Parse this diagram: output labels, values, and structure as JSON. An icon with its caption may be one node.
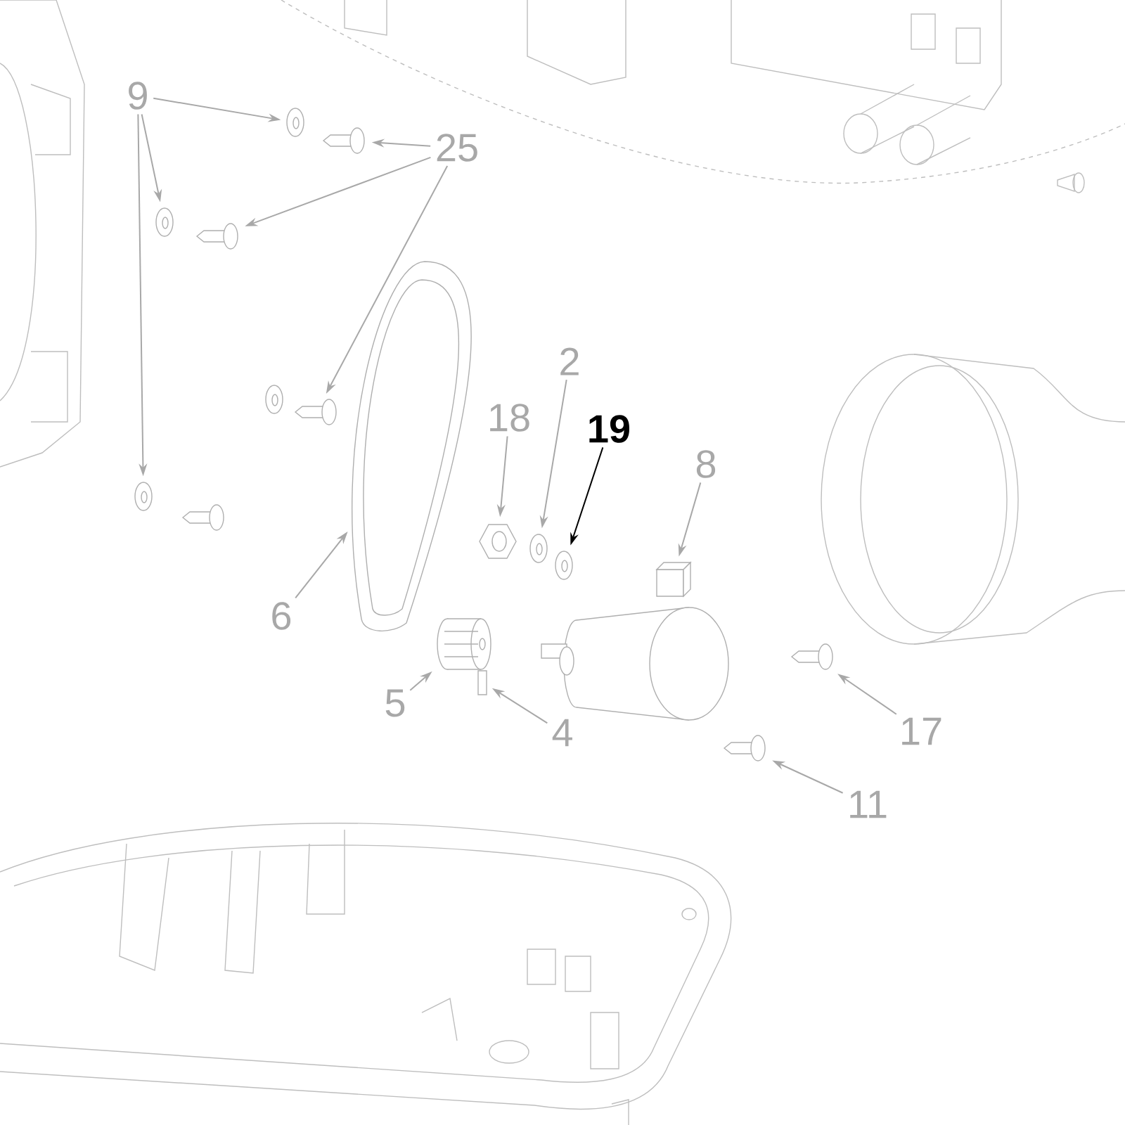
{
  "diagram": {
    "nodes": [
      {
        "text": [
          "9"
        ]
      },
      {
        "text": [
          "25"
        ]
      },
      {
        "text": [
          "2"
        ]
      },
      {
        "text": [
          "18"
        ]
      },
      {
        "text": [
          "19"
        ]
      },
      {
        "text": [
          "8"
        ]
      },
      {
        "text": [
          "6"
        ]
      },
      {
        "text": [
          "5"
        ]
      },
      {
        "text": [
          "4"
        ]
      },
      {
        "text": [
          "17"
        ]
      },
      {
        "text": [
          "11"
        ]
      },
      {
        "text": [],
        "shape": "picture"
      },
      {
        "text": [],
        "shape": "picture"
      },
      {
        "text": [],
        "shape": "picture"
      },
      {
        "text": [],
        "shape": "picture"
      },
      {
        "text": [],
        "shape": "picture"
      },
      {
        "text": [],
        "shape": "picture"
      },
      {
        "text": [],
        "shape": "picture"
      },
      {
        "text": [],
        "shape": "picture"
      },
      {
        "text": [],
        "shape": "picture"
      },
      {
        "text": [],
        "shape": "picture"
      },
      {
        "text": [],
        "shape": "picture"
      },
      {
        "text": [],
        "shape": "picture"
      },
      {
        "text": [],
        "shape": "picture"
      },
      {
        "text": [],
        "shape": "box"
      },
      {
        "text": [],
        "shape": "picture"
      },
      {
        "text": [],
        "shape": "bar"
      },
      {
        "text": [],
        "shape": "picture"
      },
      {
        "text": [],
        "shape": "picture"
      }
    ],
    "edges": [
      {
        "from": 0,
        "to": 11,
        "arrow": "to"
      },
      {
        "from": 0,
        "to": 13,
        "arrow": "to"
      },
      {
        "from": 0,
        "to": 17,
        "arrow": "to"
      },
      {
        "from": 1,
        "to": 12,
        "arrow": "to"
      },
      {
        "from": 1,
        "to": 14,
        "arrow": "to"
      },
      {
        "from": 1,
        "to": 16,
        "arrow": "to"
      },
      {
        "from": 2,
        "to": 21,
        "arrow": "to"
      },
      {
        "from": 3,
        "to": 20,
        "arrow": "to"
      },
      {
        "from": 4,
        "to": 22,
        "arrow": "to",
        "color": "#000000"
      },
      {
        "from": 5,
        "to": 24,
        "arrow": "to"
      },
      {
        "from": 6,
        "to": 19,
        "arrow": "to"
      },
      {
        "from": 7,
        "to": 25,
        "arrow": "to"
      },
      {
        "from": 8,
        "to": 26,
        "arrow": "to"
      },
      {
        "from": 9,
        "to": 27,
        "arrow": "to"
      },
      {
        "from": 10,
        "to": 28,
        "arrow": "to"
      }
    ]
  }
}
